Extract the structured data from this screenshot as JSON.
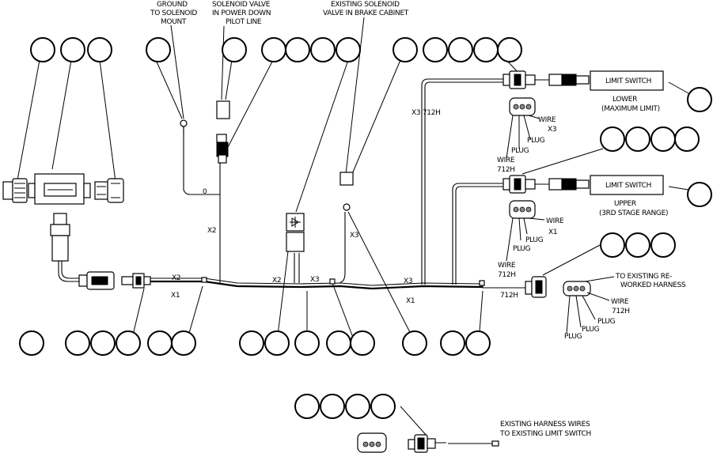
{
  "labels": {
    "ground_line1": "GROUND",
    "ground_line2": "TO SOLENOID",
    "ground_line3": "MOUNT",
    "solenoid_line1": "SOLENOID VALVE",
    "solenoid_line2": "IN POWER DOWN",
    "solenoid_line3": "PILOT LINE",
    "existing_sol_line1": "EXISTING SOLENOID",
    "existing_sol_line2": "VALVE IN BRAKE CABINET",
    "limit_switch_lower": "LIMIT SWITCH",
    "limit_switch_upper": "LIMIT SWITCH",
    "lower_line1": "LOWER",
    "lower_line2": "(MAXIMUM LIMIT)",
    "upper_line1": "UPPER",
    "upper_line2": "(3RD STAGE RANGE)",
    "to_existing_line1": "TO EXISTING RE-",
    "to_existing_line2": "WORKED HARNESS",
    "existing_harness_line1": "EXISTING  HARNESS WIRES",
    "existing_harness_line2": "TO EXISTING LIMIT SWITCH"
  },
  "wire_labels": {
    "x3_712h_top": "X3  712H",
    "wire1": "WIRE",
    "x3_1": "X3",
    "plug1": "PLUG",
    "plug2": "PLUG",
    "wire2": "WIRE",
    "h712_2": "712H",
    "wire3": "WIRE",
    "x1_3": "X1",
    "plug3": "PLUG",
    "plug4": "PLUG",
    "wire4": "WIRE",
    "h712_4": "712H",
    "wire5": "WIRE",
    "h712_5": "712H",
    "plug5": "PLUG",
    "plug6": "PLUG",
    "plug7": "PLUG",
    "h712_main": "712H",
    "zero": "0",
    "x2_vert": "X2",
    "x2_left": "X2",
    "x1_left": "X1",
    "x2_mid": "X2",
    "x3_mid": "X3",
    "x3_vert": "X3",
    "x3_right": "X3",
    "x1_right": "X1"
  }
}
